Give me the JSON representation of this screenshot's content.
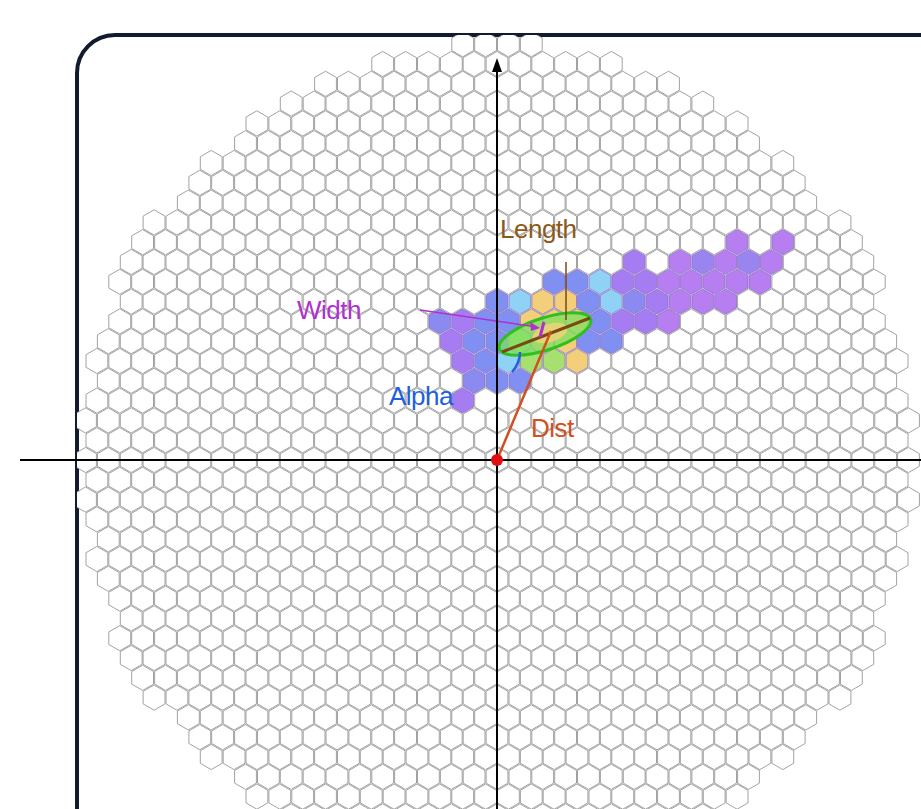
{
  "diagram": {
    "labels": [
      "Length",
      "Width",
      "Alpha",
      "Dist"
    ]
  }
}
